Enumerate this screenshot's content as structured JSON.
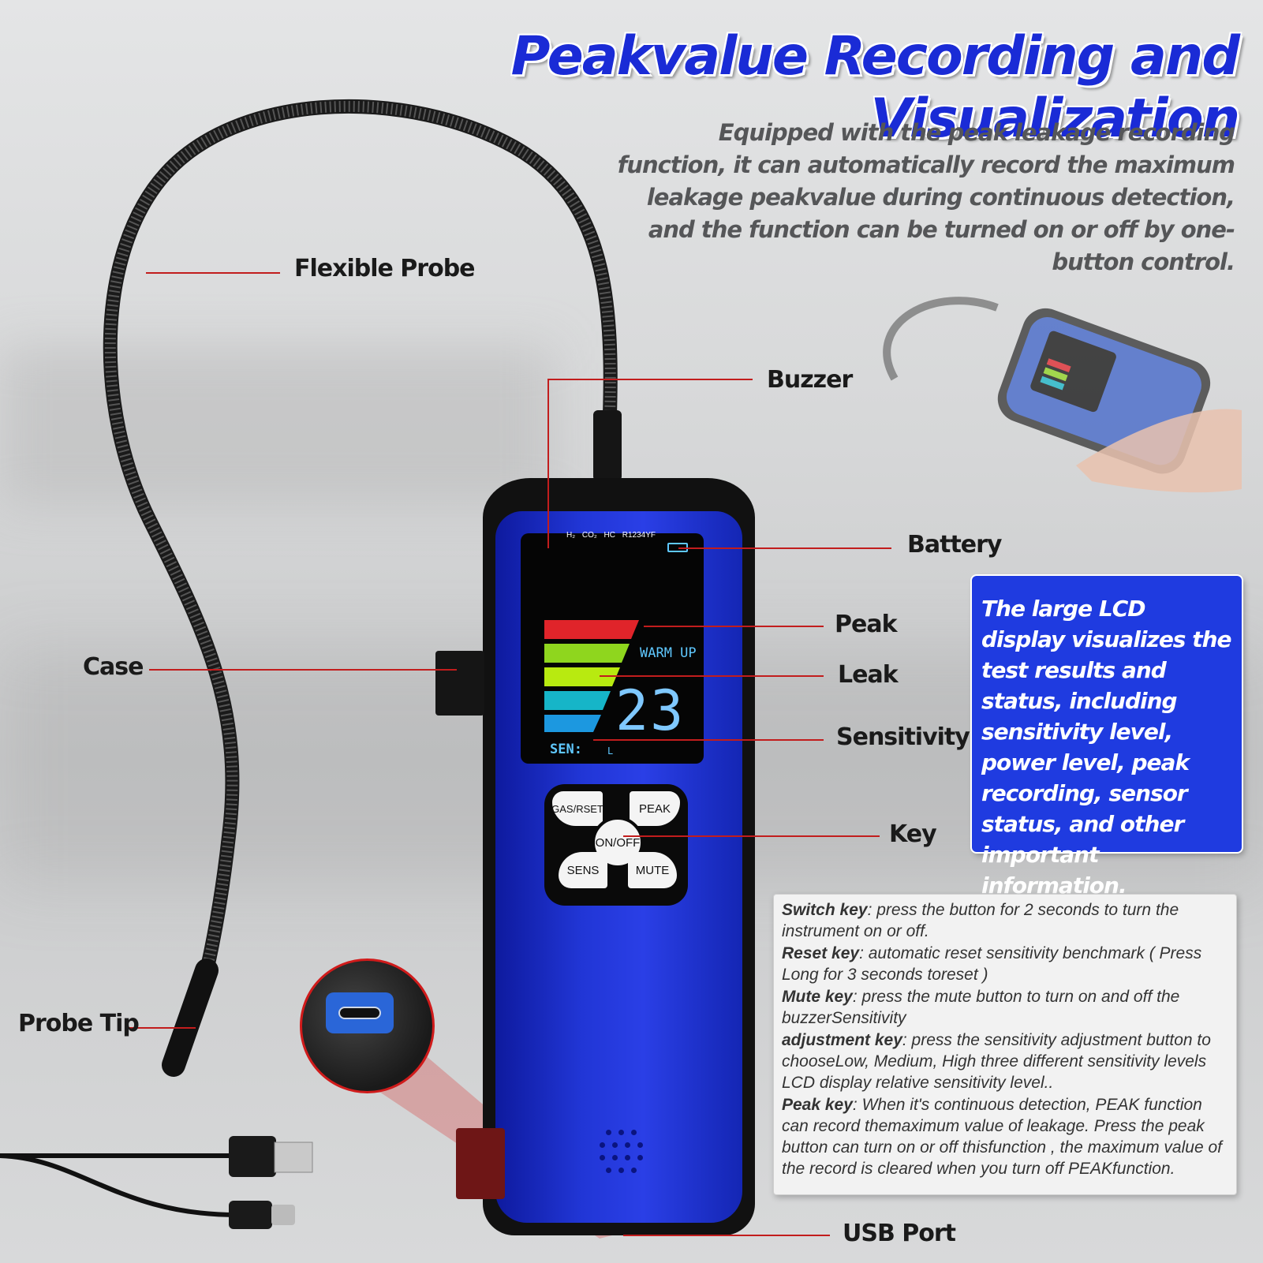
{
  "title": "Peakvalue Recording and Visualization",
  "intro": "Equipped with the peak leakage recording function, it can automatically record the maximum leakage peakvalue during continuous detection, and the function can be turned on or off by one-button control.",
  "callouts": {
    "flexible_probe": "Flexible Probe",
    "buzzer": "Buzzer",
    "battery": "Battery",
    "peak": "Peak",
    "leak": "Leak",
    "sensitivity": "Sensitivity",
    "case": "Case",
    "key": "Key",
    "probe_tip": "Probe Tip",
    "usb_port": "USB Port"
  },
  "lcd_box": "The large LCD display visualizes the test results and status, including sensitivity level, power level, peak recording, sensor status, and other important information.",
  "lcd": {
    "gases": "H₂ CO₂ HC R1234YF",
    "status": "WARM UP",
    "reading": "23",
    "sen_label": "SEN:",
    "sen_level": "L",
    "bar_colors": [
      "#e0242a",
      "#8fd61e",
      "#b8ea10",
      "#16b5c8",
      "#1c98e0"
    ]
  },
  "keys": {
    "gas_reset": "GAS/RSET",
    "peak": "PEAK",
    "on_off": "ON/OFF",
    "sens": "SENS",
    "mute": "MUTE"
  },
  "notes": [
    {
      "key": "Switch key",
      "text": ": press the button for 2 seconds to turn the instrument on or off."
    },
    {
      "key": "Reset key",
      "text": ": automatic reset sensitivity benchmark ( Press Long for 3 seconds toreset )"
    },
    {
      "key": "Mute key",
      "text": ": press the mute button to turn on and off the buzzerSensitivity"
    },
    {
      "key": "adjustment key",
      "text": ": press the sensitivity adjustment button to chooseLow, Medium, High three different sensitivity levels LCD display relative sensitivity level.."
    },
    {
      "key": "Peak key",
      "text": ": When it's continuous detection, PEAK function can record themaximum value of leakage. Press the peak button can turn on or off thisfunction , the maximum value of the record is cleared when you turn off PEAKfunction."
    }
  ],
  "colors": {
    "title_blue": "#1a2bd6",
    "callout_line": "#c21d1d",
    "device_blue": "#2136d6",
    "info_box_blue": "#1f3be0"
  }
}
